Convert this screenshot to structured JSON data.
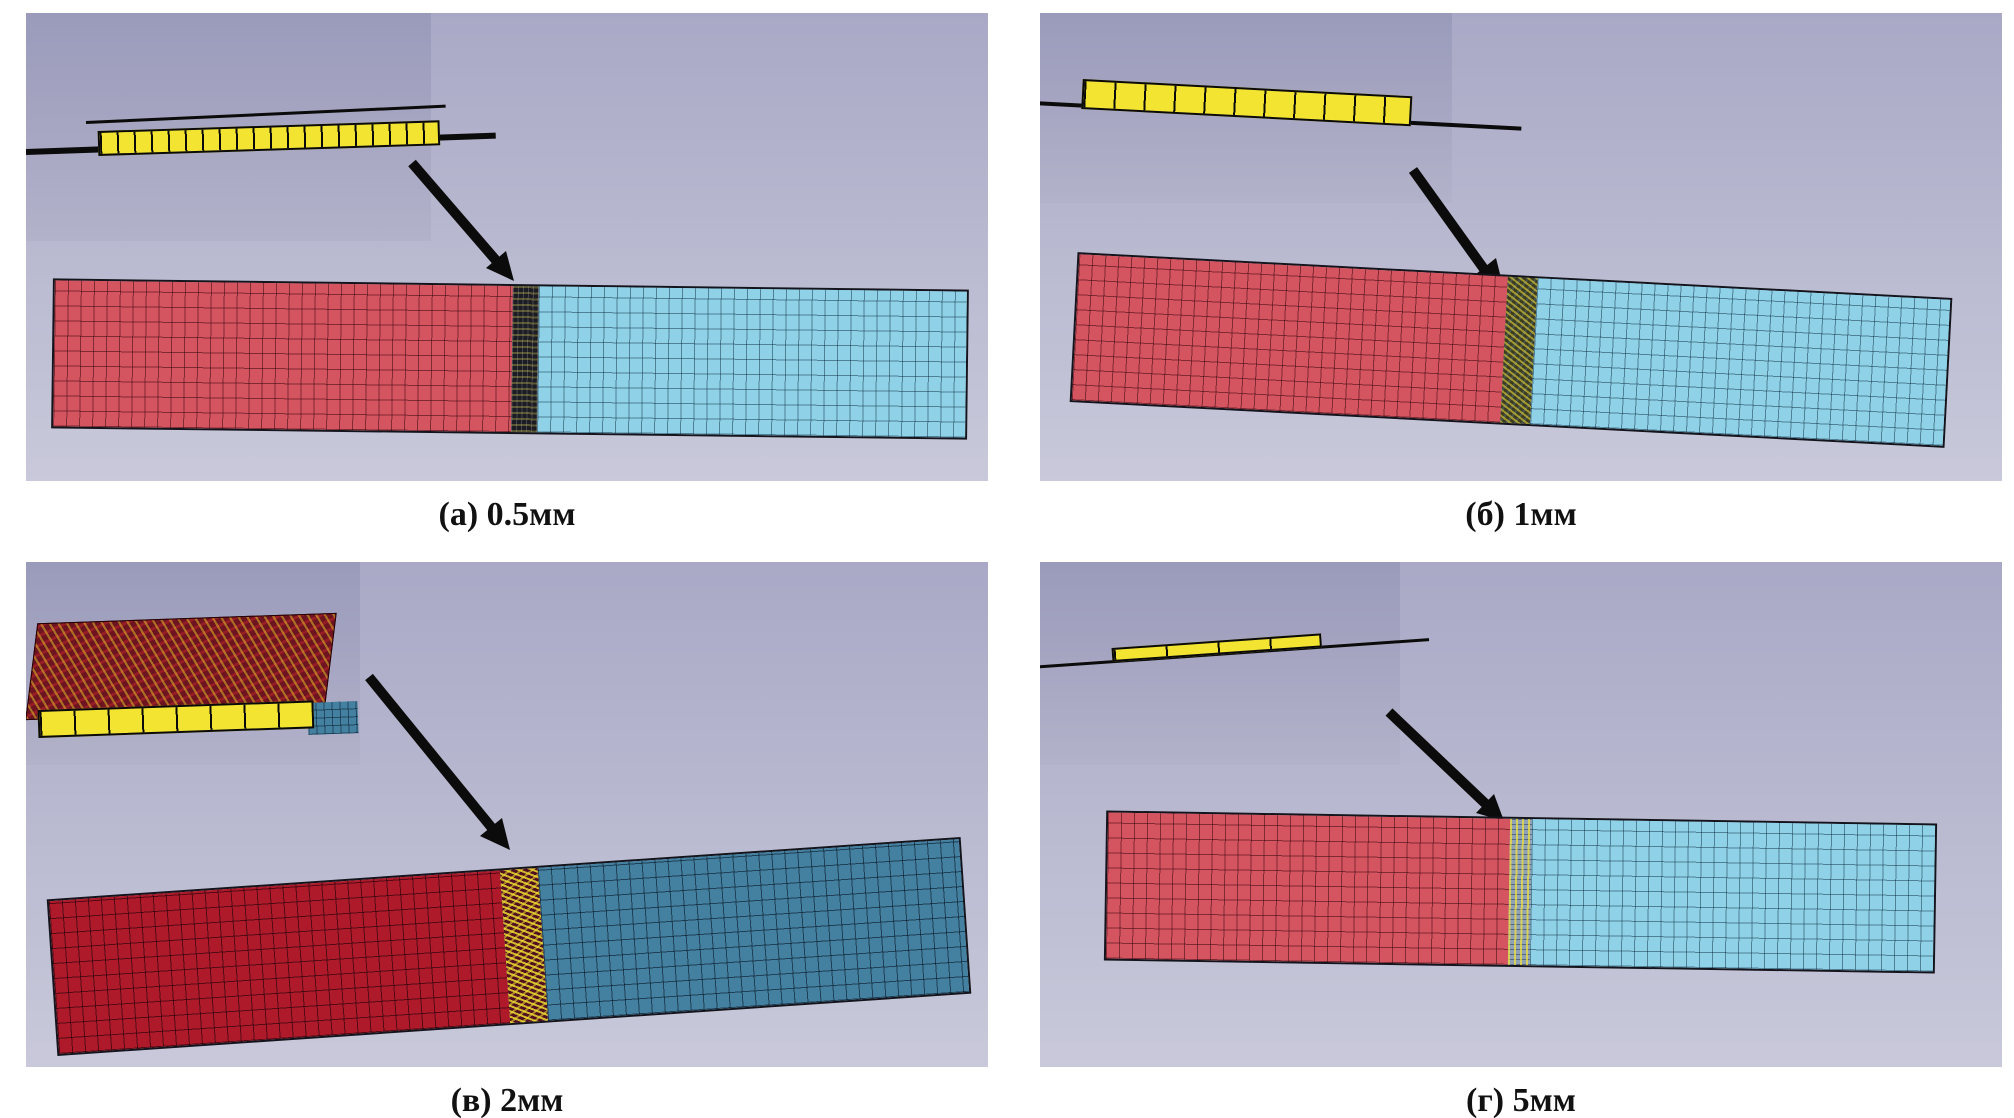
{
  "figure": {
    "description": "2x2 grid of finite-element mesh views of an adhesive lap joint with close-up insets, for four adhesive thicknesses",
    "panels": [
      {
        "id": "a",
        "caption": "(а) 0.5мм"
      },
      {
        "id": "b",
        "caption": "(б) 1мм"
      },
      {
        "id": "v",
        "caption": "(в) 2мм"
      },
      {
        "id": "g",
        "caption": "(г) 5мм"
      }
    ]
  },
  "colors": {
    "panel_bg_top": "#a9a9c7",
    "panel_bg_bottom": "#c9c9db",
    "inset_bg": "#9a9abb",
    "adhesive_yellow": "#f2e431",
    "substrate_red": "#d4545f",
    "substrate_red_dark": "#ae1a2a",
    "substrate_blue": "#8fd1e7",
    "substrate_blue_dark": "#44809f",
    "arrow_black": "#0b0b0b",
    "caption_text": "#111111"
  }
}
